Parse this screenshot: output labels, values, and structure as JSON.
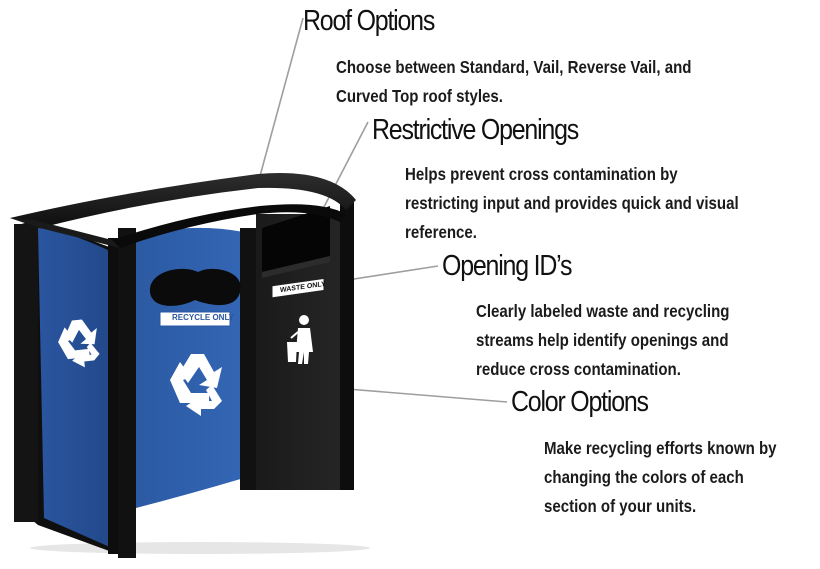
{
  "callouts": {
    "roof": {
      "title": "Roof Options",
      "lines": [
        "Choose between Standard, Vail, Reverse Vail, and",
        "Curved Top roof styles."
      ]
    },
    "restrictive": {
      "title": "Restrictive Openings",
      "lines": [
        "Helps prevent cross contamination by",
        "restricting input and provides quick and visual",
        "reference."
      ]
    },
    "opening_id": {
      "title": "Opening ID’s",
      "lines": [
        "Clearly labeled waste and recycling",
        "streams help identify openings and",
        "reduce cross contamination."
      ]
    },
    "color": {
      "title": "Color Options",
      "lines": [
        "Make recycling efforts known by",
        "changing the colors of each",
        "section of your units."
      ]
    }
  },
  "product": {
    "recycle_label": "RECYCLE ONLY",
    "waste_label": "WASTE ONLY",
    "colors": {
      "blue_panel": "#2f5ea8",
      "black_panel": "#1d1d1d",
      "roof": "#151515",
      "leader_line": "#9a9a9a"
    },
    "icons": [
      "recycle-symbol-icon",
      "trash-person-icon"
    ]
  }
}
